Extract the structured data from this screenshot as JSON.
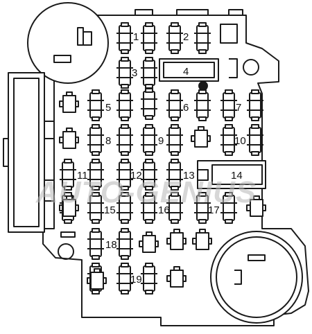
{
  "diagram": {
    "labels": [
      "1",
      "2",
      "3",
      "4",
      "5",
      "6",
      "7",
      "8",
      "9",
      "10",
      "11",
      "12",
      "13",
      "14",
      "15",
      "16",
      "17",
      "18",
      "19"
    ],
    "watermark": "AUTO-GENIUS",
    "colors": {
      "stroke": "#1a1a1a",
      "background": "#ffffff",
      "watermark": "#b8b8b8"
    }
  }
}
